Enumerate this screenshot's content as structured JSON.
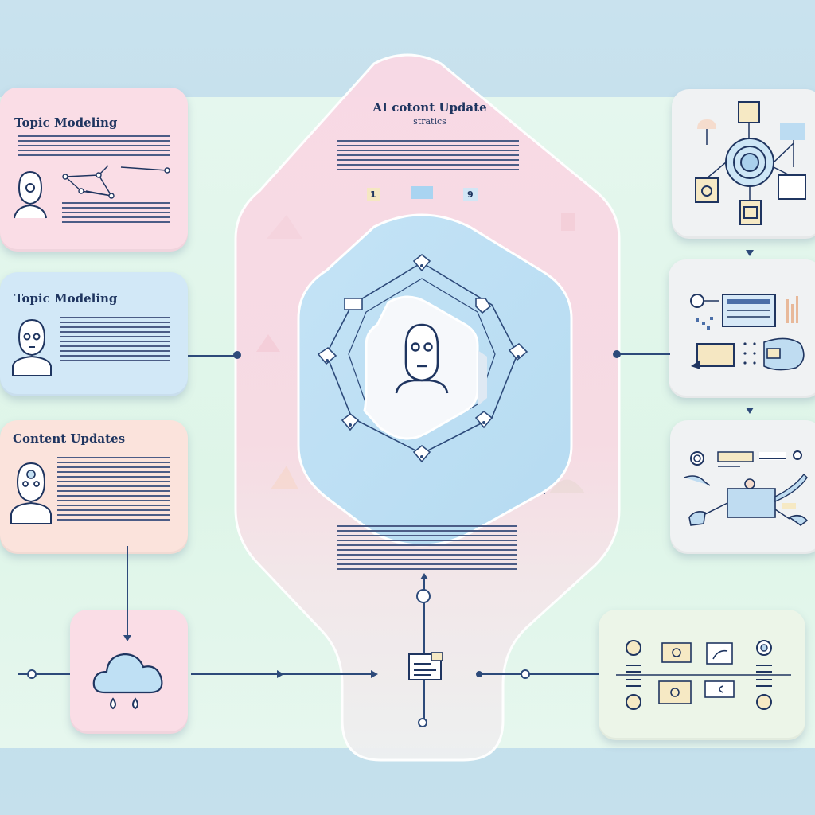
{
  "center": {
    "title_line1": "AI cotont Update",
    "title_line2": "stratics",
    "markers": [
      "1",
      "9"
    ]
  },
  "left_cards": [
    {
      "title": "Topic Modeling"
    },
    {
      "title": "Topic Modeling"
    },
    {
      "title": "Content Updates"
    }
  ],
  "colors": {
    "navy": "#2d4a7a",
    "pink_card": "#fadde6",
    "blue_card": "#d2e8f7",
    "peach_card": "#fbe3dc",
    "gray_card": "#f0f2f3",
    "hex_blue": "#bfe1f3"
  },
  "icons": [
    "robot-head-icon",
    "cloud-icon",
    "network-graph-icon",
    "flowchart-icon",
    "document-icon"
  ]
}
